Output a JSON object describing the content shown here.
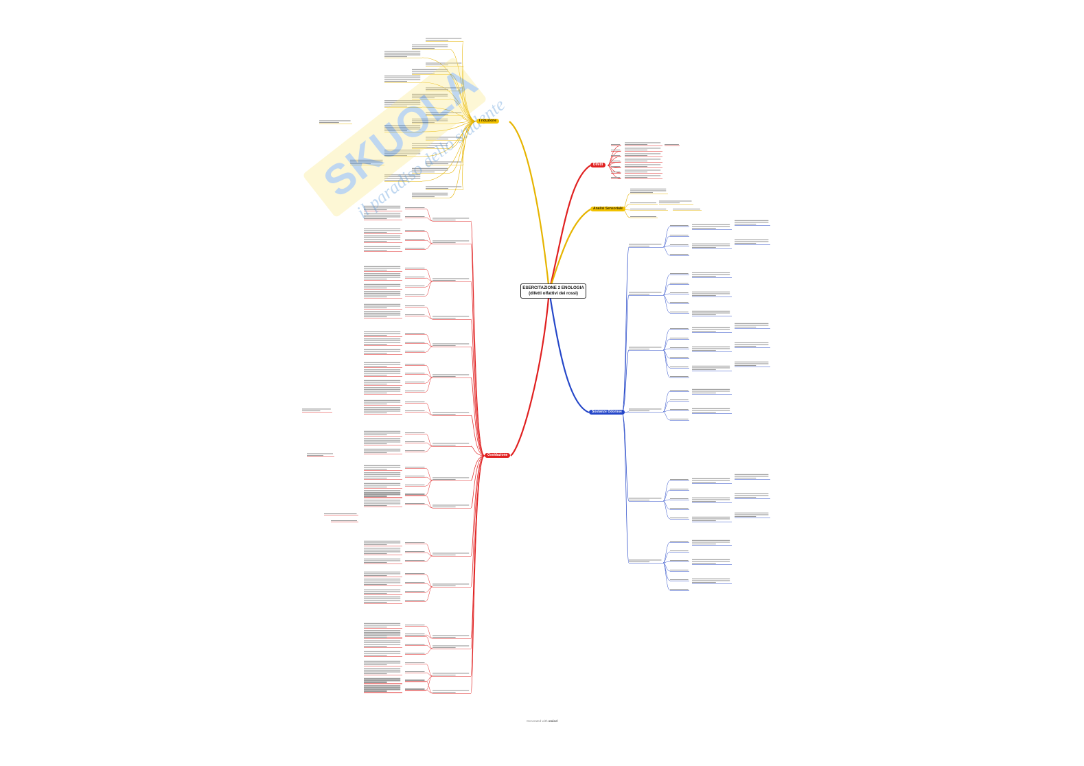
{
  "central_topic": {
    "line1": "ESERCITAZIONE 2 ENOLOGIA",
    "line2": "(difetti olfattivi dei rossi)"
  },
  "branches": {
    "top_right": "Difetti",
    "mid_right": "Analisi Sensoriale",
    "bottom_right": "Sostanze Odorose",
    "top_left": "I riduzione",
    "bottom_left": "Ossidazione"
  },
  "watermark": {
    "brand": "SKUOLA",
    "tagline": "il paradiso dello studente"
  },
  "footer": {
    "prefix": "Generated with",
    "brand": "xmind"
  },
  "colors": {
    "yellow": "#e6b400",
    "red": "#e02020",
    "blue": "#2446c8",
    "watermark": "#4a8fd6"
  }
}
